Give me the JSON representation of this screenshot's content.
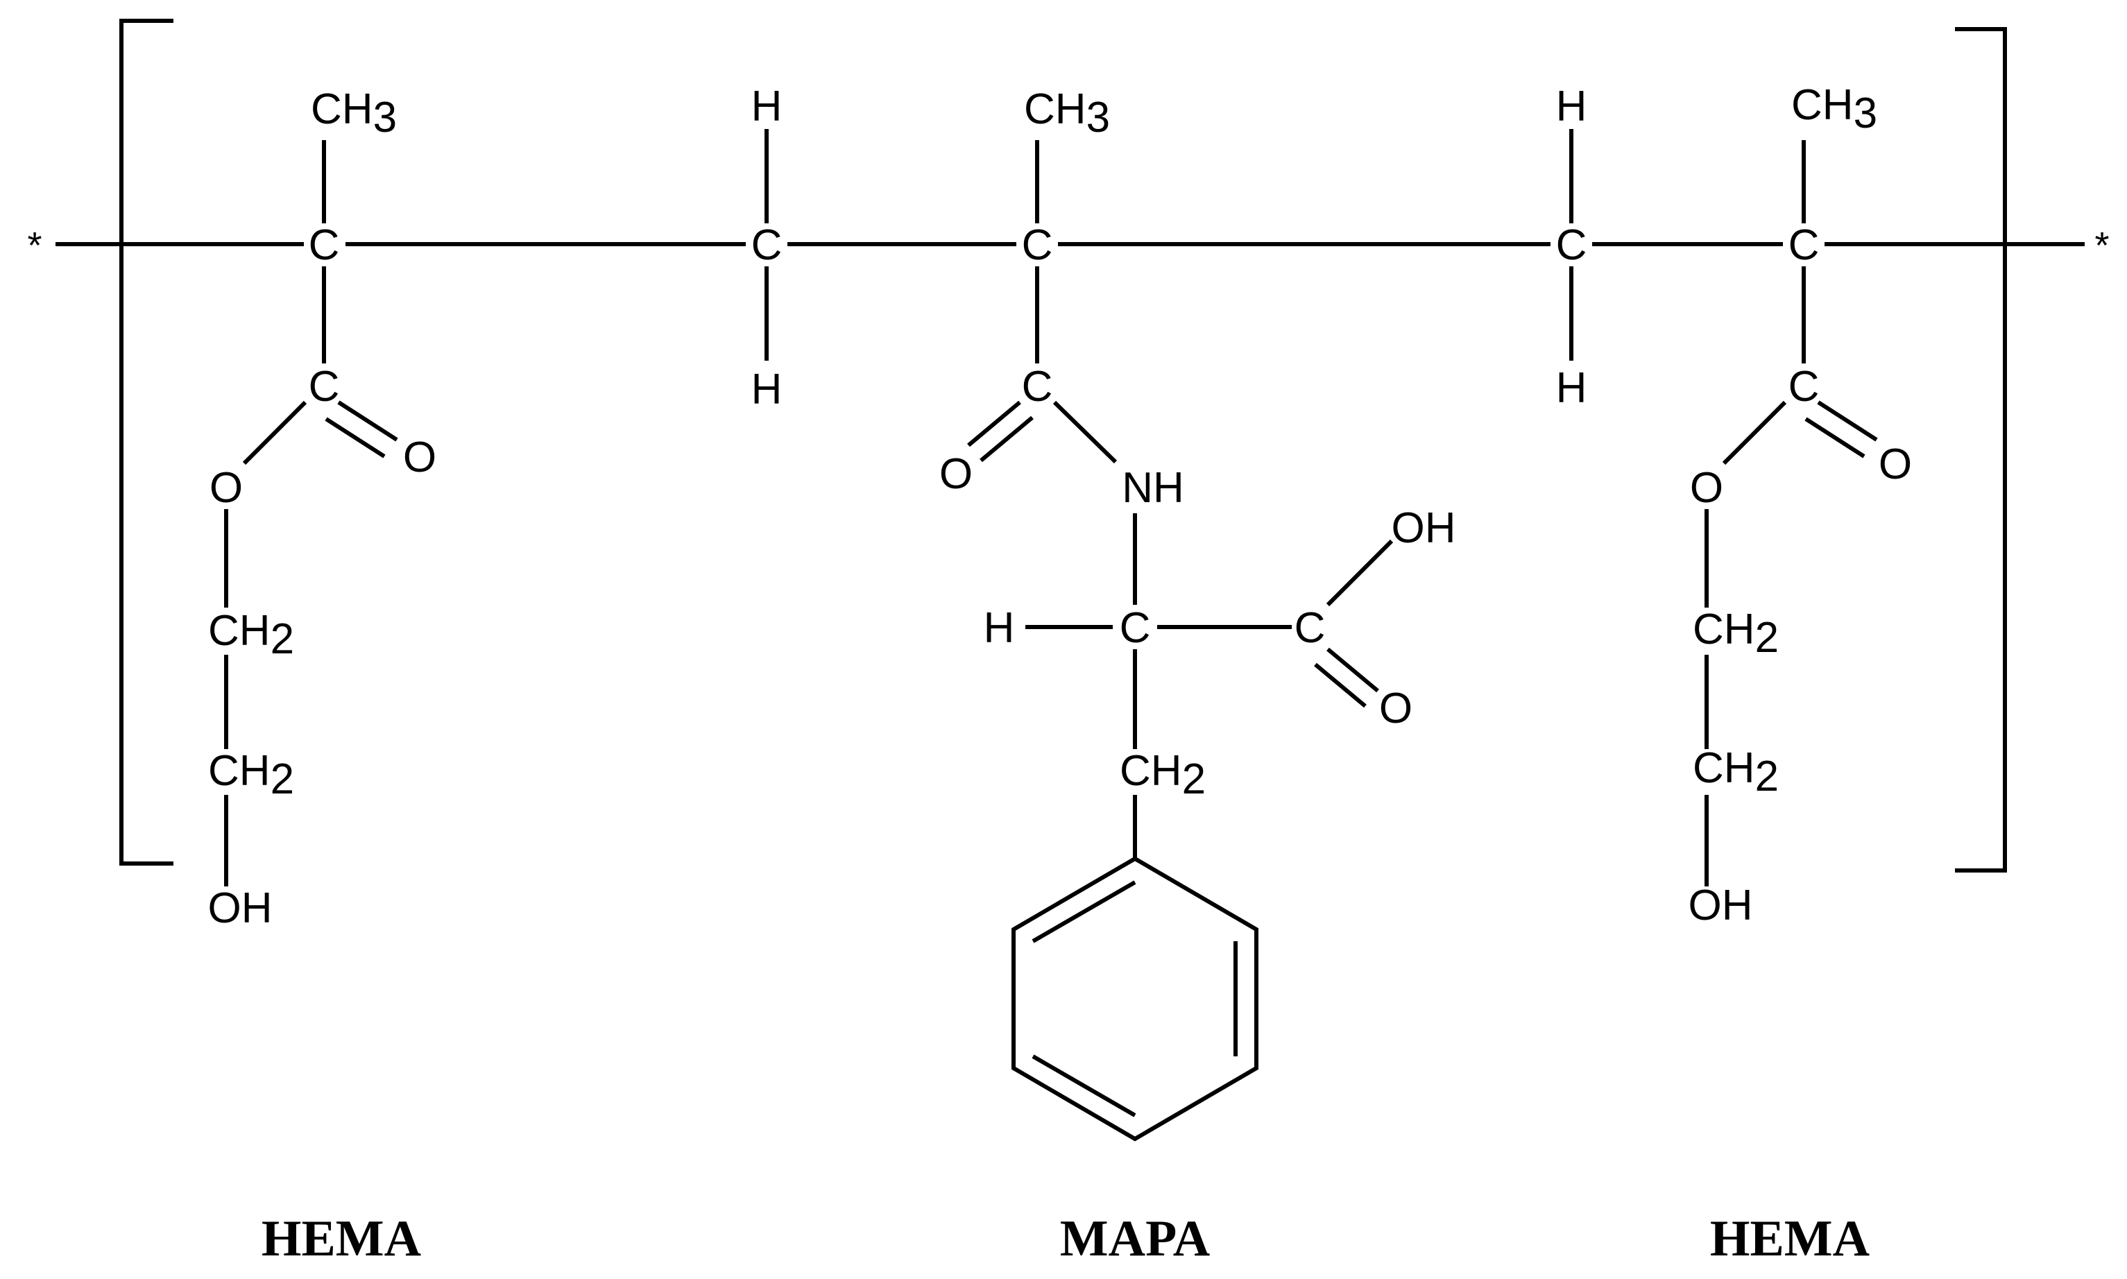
{
  "end_groups": {
    "left": "*",
    "right": "*"
  },
  "atoms": {
    "c": "C",
    "h": "H",
    "o": "O",
    "nh": "NH",
    "oh": "OH",
    "ch": "CH",
    "sub2": "2",
    "sub3": "3"
  },
  "units": {
    "left": "HEMA",
    "middle": "MAPA",
    "right": "HEMA"
  }
}
